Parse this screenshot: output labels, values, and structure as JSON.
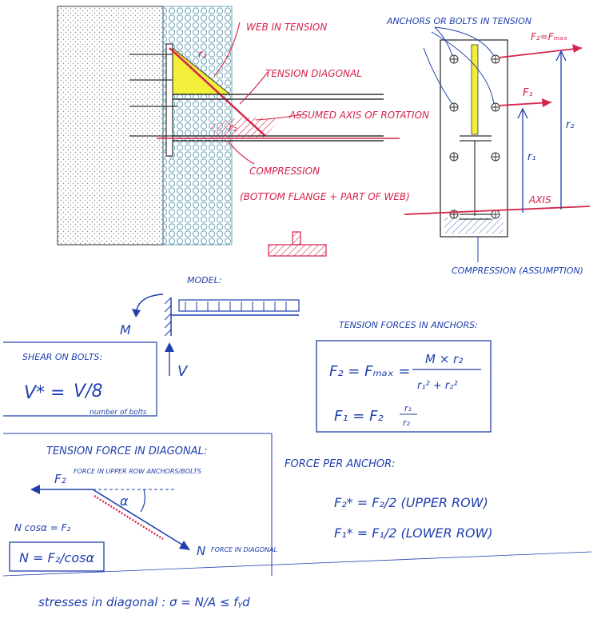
{
  "labels": {
    "web_in_tension": "WEB IN TENSION",
    "tension_diagonal": "TENSION DIAGONAL",
    "assumed_axis": "ASSUMED AXIS OF ROTATION",
    "compression": "COMPRESSION",
    "compression_detail": "(BOTTOM FLANGE + PART OF WEB)",
    "lever_r1": "r₁",
    "lever_r2": "r₂",
    "anchors_bolts": "ANCHORS OR BOLTS IN TENSION",
    "f2_fmax": "F₂=Fₘₐₓ",
    "f1": "F₁",
    "r1_label": "r₁",
    "r2_label": "r₂",
    "axis": "AXIS",
    "compression_assumption": "COMPRESSION (ASSUMPTION)",
    "model": "MODEL:",
    "moment_M": "M",
    "shear_V": "V",
    "shear_on_bolts": "SHEAR ON BOLTS:",
    "shear_formula_lhs": "V* =",
    "shear_formula_rhs": "V/8",
    "number_of_bolts": "number of bolts",
    "tension_forces_title": "TENSION FORCES IN ANCHORS:",
    "f2_formula_lhs": "F₂ = Fₘₐₓ =",
    "f2_formula_num": "M × r₂",
    "f2_formula_den": "r₁² + r₂²",
    "f1_formula_lhs": "F₁ = F₂",
    "f1_formula_num": "r₁",
    "f1_formula_den": "r₂",
    "tension_diag_title": "TENSION FORCE IN DIAGONAL:",
    "f2_arrow": "F₂",
    "force_upper_row": "FORCE IN UPPER ROW ANCHORS/BOLTS",
    "alpha": "α",
    "n_cos_eq": "N cosα = F₂",
    "n_formula": "N = F₂/cosα",
    "n_arrow": "N",
    "force_in_diagonal": "FORCE IN DIAGONAL",
    "force_per_anchor": "FORCE PER ANCHOR:",
    "f2_star": "F₂* =  F₂/2   (UPPER ROW)",
    "f1_star": "F₁* =  F₁/2   (LOWER ROW)",
    "stresses": "stresses in diagonal :  σ = N/A ≤ fᵧd"
  }
}
